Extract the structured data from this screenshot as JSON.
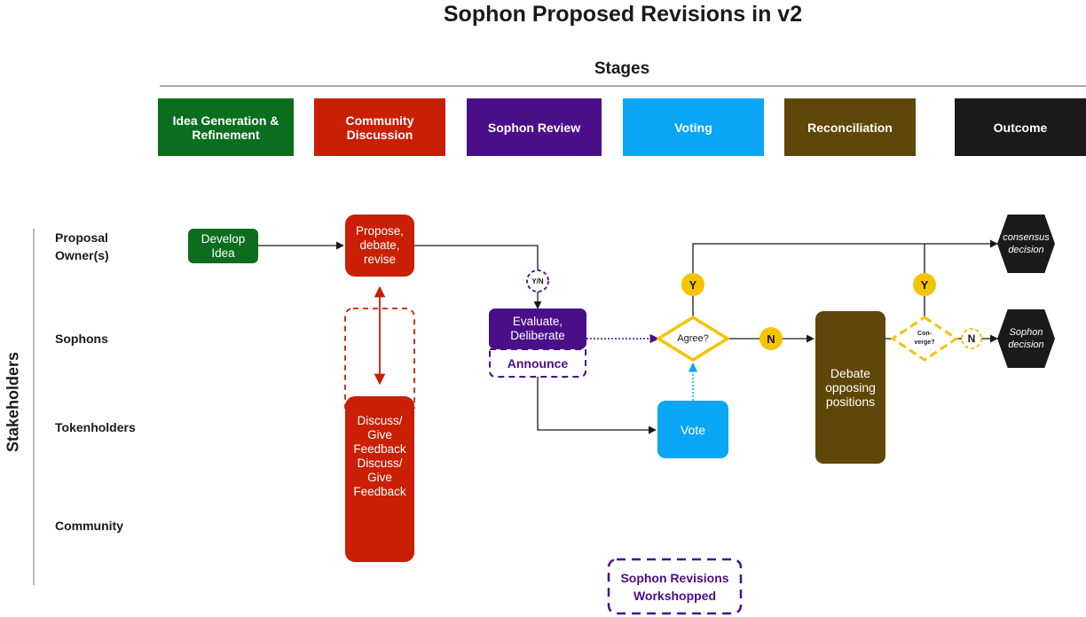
{
  "title": "Sophon Proposed Revisions in v2",
  "stages_label": "Stages",
  "stakeholders_label": "Stakeholders",
  "stages": [
    {
      "label": "Idea Generation & Refinement",
      "color": "#0a6e1e"
    },
    {
      "label": "Community Discussion",
      "color": "#c81f05"
    },
    {
      "label": "Sophon Review",
      "color": "#4a0e8a"
    },
    {
      "label": "Voting",
      "color": "#0aa5f5"
    },
    {
      "label": "Reconciliation",
      "color": "#5e4708"
    },
    {
      "label": "Outcome",
      "color": "#1a1a1a"
    }
  ],
  "roles": [
    "Proposal Owner(s)",
    "Sophons",
    "Tokenholders",
    "Community"
  ],
  "nodes": {
    "develop_idea": "Develop Idea",
    "propose": "Propose, debate, revise",
    "discuss_1": "Discuss/ Give Feedback",
    "discuss_2": "Discuss/ Give Feedback",
    "evaluate": "Evaluate, Deliberate",
    "announce": "Announce",
    "vote": "Vote",
    "agree": "Agree?",
    "debate": "Debate opposing positions",
    "converge": "Con- verge?",
    "consensus": "consensus decision",
    "sophon_decision": "Sophon decision",
    "workshop": "Sophon Revisions Workshopped"
  },
  "badges": {
    "yn": "Y/N",
    "yes_agree": "Y",
    "no_agree": "N",
    "yes_converge": "Y",
    "no_converge": "N"
  },
  "colors": {
    "green": "#0a6e1e",
    "red": "#c81f05",
    "purple": "#4a0e8a",
    "blue": "#0aa5f5",
    "brown": "#5e4708",
    "black": "#1a1a1a",
    "yellow": "#f5c400"
  }
}
